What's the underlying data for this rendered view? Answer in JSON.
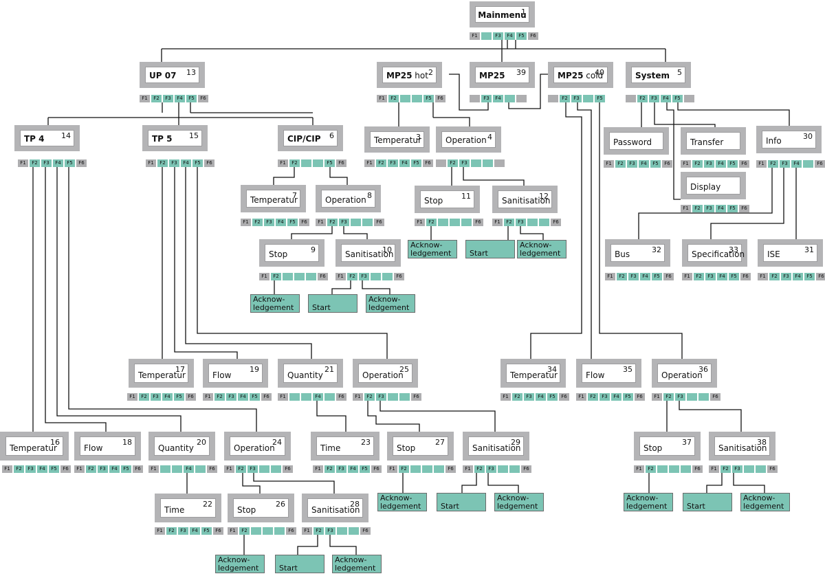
{
  "diagram": {
    "colors": {
      "active_key": "#7cc4b4",
      "inactive_key": "#aeaeb0",
      "box": "#b4b4b6",
      "leaf": "#7cc4b4"
    },
    "nodes": [
      {
        "id": "mainmenu",
        "num": "1",
        "label": "Mainmenu",
        "bold": true,
        "keys": [
          "F1",
          "",
          "F3",
          "F4",
          "F5",
          "F6"
        ],
        "active": [
          false,
          true,
          true,
          true,
          true,
          false
        ]
      },
      {
        "id": "up07",
        "num": "13",
        "label": "UP 07",
        "bold": true,
        "keys": [
          "F1",
          "F2",
          "F3",
          "F4",
          "F5",
          "F6"
        ],
        "active": [
          false,
          true,
          true,
          true,
          true,
          false
        ]
      },
      {
        "id": "mp25hot",
        "num": "2",
        "label_bold": "MP25",
        "label_rest": " hot",
        "keys": [
          "F1",
          "F2",
          "",
          "",
          "F5",
          "F6"
        ],
        "active": [
          false,
          true,
          true,
          true,
          true,
          false
        ]
      },
      {
        "id": "mp25",
        "num": "39",
        "label": "MP25",
        "bold": true,
        "keys": [
          "",
          "F3",
          "F4",
          "",
          ""
        ],
        "active": [
          false,
          true,
          true,
          true,
          false
        ]
      },
      {
        "id": "mp25cold",
        "num": "40",
        "label_bold": "MP25",
        "label_rest": " cold",
        "keys": [
          "",
          "F2",
          "F3",
          "",
          "F5"
        ],
        "active": [
          false,
          true,
          true,
          true,
          true
        ]
      },
      {
        "id": "system",
        "num": "5",
        "label": "System",
        "bold": true,
        "keys": [
          "",
          "F2",
          "F3",
          "F4",
          "F5",
          ""
        ],
        "active": [
          false,
          true,
          true,
          true,
          true,
          false
        ]
      },
      {
        "id": "tp4",
        "num": "14",
        "label": "TP 4",
        "bold": true,
        "keys": [
          "F1",
          "F2",
          "F3",
          "F4",
          "F5",
          "F6"
        ],
        "active": [
          false,
          true,
          true,
          true,
          true,
          false
        ]
      },
      {
        "id": "tp5",
        "num": "15",
        "label": "TP 5",
        "bold": true,
        "keys": [
          "F1",
          "F2",
          "F3",
          "F4",
          "F5",
          "F6"
        ],
        "active": [
          false,
          true,
          true,
          true,
          true,
          false
        ]
      },
      {
        "id": "cipcip",
        "num": "6",
        "label": "CIP/CIP",
        "bold": true,
        "keys": [
          "F1",
          "F2",
          "",
          "",
          "F5",
          "F6"
        ],
        "active": [
          false,
          true,
          true,
          true,
          true,
          false
        ]
      },
      {
        "id": "temp3",
        "num": "3",
        "label": "Temperatur",
        "keys": [
          "F1",
          "F2",
          "F3",
          "F4",
          "F5",
          "F6"
        ],
        "active": [
          false,
          true,
          true,
          true,
          true,
          false
        ]
      },
      {
        "id": "op4",
        "num": "4",
        "label": "Operation",
        "keys": [
          "",
          "F2",
          "F3",
          "",
          "",
          ""
        ],
        "active": [
          false,
          true,
          true,
          true,
          true,
          false
        ]
      },
      {
        "id": "password",
        "num": "",
        "label": "Password",
        "keys": [
          "F1",
          "F2",
          "F3",
          "F4",
          "F5",
          "F6"
        ],
        "active": [
          false,
          true,
          true,
          true,
          true,
          false
        ]
      },
      {
        "id": "transfer",
        "num": "",
        "label": "Transfer",
        "keys": [
          "F1",
          "F2",
          "F3",
          "F4",
          "F5",
          "F6"
        ],
        "active": [
          false,
          true,
          true,
          true,
          true,
          false
        ]
      },
      {
        "id": "info",
        "num": "30",
        "label": "Info",
        "keys": [
          "F1",
          "F2",
          "F3",
          "F4",
          "",
          "F6"
        ],
        "active": [
          false,
          true,
          true,
          true,
          true,
          false
        ]
      },
      {
        "id": "display",
        "num": "",
        "label": "Display",
        "keys": [
          "F1",
          "F2",
          "F3",
          "F4",
          "F5",
          "F6"
        ],
        "active": [
          false,
          true,
          true,
          true,
          true,
          false
        ]
      },
      {
        "id": "temp7",
        "num": "7",
        "label": "Temperatur",
        "keys": [
          "F1",
          "F2",
          "F3",
          "F4",
          "F5",
          "F6"
        ],
        "active": [
          false,
          true,
          true,
          true,
          true,
          false
        ]
      },
      {
        "id": "op8",
        "num": "8",
        "label": "Operation",
        "keys": [
          "F1",
          "F2",
          "F3",
          "",
          "",
          "F6"
        ],
        "active": [
          false,
          true,
          true,
          true,
          true,
          false
        ]
      },
      {
        "id": "stop11",
        "num": "11",
        "label": "Stop",
        "keys": [
          "F1",
          "F2",
          "",
          "",
          "",
          "F6"
        ],
        "active": [
          false,
          true,
          true,
          true,
          true,
          false
        ]
      },
      {
        "id": "san12",
        "num": "12",
        "label": "Sanitisation",
        "keys": [
          "F1",
          "F2",
          "F3",
          "",
          "",
          "F6"
        ],
        "active": [
          false,
          true,
          true,
          true,
          true,
          false
        ]
      },
      {
        "id": "stop9",
        "num": "9",
        "label": "Stop",
        "keys": [
          "F1",
          "F2",
          "",
          "",
          "",
          "F6"
        ],
        "active": [
          false,
          true,
          true,
          true,
          true,
          false
        ]
      },
      {
        "id": "san10",
        "num": "10",
        "label": "Sanitisation",
        "keys": [
          "F1",
          "F2",
          "F3",
          "",
          "",
          "F6"
        ],
        "active": [
          false,
          true,
          true,
          true,
          true,
          false
        ]
      },
      {
        "id": "bus",
        "num": "32",
        "label": "Bus",
        "keys": [
          "F1",
          "F2",
          "F3",
          "F4",
          "F5",
          "F6"
        ],
        "active": [
          false,
          true,
          true,
          true,
          true,
          false
        ]
      },
      {
        "id": "spec",
        "num": "33",
        "label": "Specification",
        "keys": [
          "F1",
          "F2",
          "F3",
          "F4",
          "F5",
          "F6"
        ],
        "active": [
          false,
          true,
          true,
          true,
          true,
          false
        ]
      },
      {
        "id": "ise",
        "num": "31",
        "label": "ISE",
        "keys": [
          "F1",
          "F2",
          "F3",
          "F4",
          "F5",
          "F6"
        ],
        "active": [
          false,
          true,
          true,
          true,
          true,
          false
        ]
      },
      {
        "id": "temp17",
        "num": "17",
        "label": "Temperatur",
        "keys": [
          "F1",
          "F2",
          "F3",
          "F4",
          "F5",
          "F6"
        ],
        "active": [
          false,
          true,
          true,
          true,
          true,
          false
        ]
      },
      {
        "id": "flow19",
        "num": "19",
        "label": "Flow",
        "keys": [
          "F1",
          "F2",
          "F3",
          "F4",
          "F5",
          "F6"
        ],
        "active": [
          false,
          true,
          true,
          true,
          true,
          false
        ]
      },
      {
        "id": "qty21",
        "num": "21",
        "label": "Quantity",
        "keys": [
          "F1",
          "",
          "",
          "F4",
          "",
          "F6"
        ],
        "active": [
          false,
          true,
          true,
          true,
          true,
          false
        ]
      },
      {
        "id": "op25",
        "num": "25",
        "label": "Operation",
        "keys": [
          "F1",
          "F2",
          "F3",
          "",
          "",
          "F6"
        ],
        "active": [
          false,
          true,
          true,
          true,
          true,
          false
        ]
      },
      {
        "id": "temp34",
        "num": "34",
        "label": "Temperatur",
        "keys": [
          "F1",
          "F2",
          "F3",
          "F4",
          "F5",
          "F6"
        ],
        "active": [
          false,
          true,
          true,
          true,
          true,
          false
        ]
      },
      {
        "id": "flow35",
        "num": "35",
        "label": "Flow",
        "keys": [
          "F1",
          "F2",
          "F3",
          "F4",
          "F5",
          "F6"
        ],
        "active": [
          false,
          true,
          true,
          true,
          true,
          false
        ]
      },
      {
        "id": "op36",
        "num": "36",
        "label": "Operation",
        "keys": [
          "F1",
          "F2",
          "F3",
          "",
          "",
          "F6"
        ],
        "active": [
          false,
          true,
          true,
          true,
          true,
          false
        ]
      },
      {
        "id": "temp16",
        "num": "16",
        "label": "Temperatur",
        "keys": [
          "F1",
          "F2",
          "F3",
          "F4",
          "F5",
          "F6"
        ],
        "active": [
          false,
          true,
          true,
          true,
          true,
          false
        ]
      },
      {
        "id": "flow18",
        "num": "18",
        "label": "Flow",
        "keys": [
          "F1",
          "F2",
          "F3",
          "F4",
          "F5",
          "F6"
        ],
        "active": [
          false,
          true,
          true,
          true,
          true,
          false
        ]
      },
      {
        "id": "qty20",
        "num": "20",
        "label": "Quantity",
        "keys": [
          "F1",
          "",
          "",
          "F4",
          "",
          "F6"
        ],
        "active": [
          false,
          true,
          true,
          true,
          true,
          false
        ]
      },
      {
        "id": "op24",
        "num": "24",
        "label": "Operation",
        "keys": [
          "F1",
          "F2",
          "F3",
          "",
          "",
          "F6"
        ],
        "active": [
          false,
          true,
          true,
          true,
          true,
          false
        ]
      },
      {
        "id": "time23",
        "num": "23",
        "label": "Time",
        "keys": [
          "F1",
          "F2",
          "F3",
          "F4",
          "F5",
          "F6"
        ],
        "active": [
          false,
          true,
          true,
          true,
          true,
          false
        ]
      },
      {
        "id": "stop27",
        "num": "27",
        "label": "Stop",
        "keys": [
          "F1",
          "F2",
          "",
          "",
          "",
          "F6"
        ],
        "active": [
          false,
          true,
          true,
          true,
          true,
          false
        ]
      },
      {
        "id": "san29",
        "num": "29",
        "label": "Sanitisation",
        "keys": [
          "F1",
          "F2",
          "F3",
          "",
          "",
          "F6"
        ],
        "active": [
          false,
          true,
          true,
          true,
          true,
          false
        ]
      },
      {
        "id": "stop37",
        "num": "37",
        "label": "Stop",
        "keys": [
          "F1",
          "F2",
          "",
          "",
          "",
          "F6"
        ],
        "active": [
          false,
          true,
          true,
          true,
          true,
          false
        ]
      },
      {
        "id": "san38",
        "num": "38",
        "label": "Sanitisation",
        "keys": [
          "F1",
          "F2",
          "F3",
          "",
          "",
          "F6"
        ],
        "active": [
          false,
          true,
          true,
          true,
          true,
          false
        ]
      },
      {
        "id": "time22",
        "num": "22",
        "label": "Time",
        "keys": [
          "F1",
          "F2",
          "F3",
          "F4",
          "F5",
          "F6"
        ],
        "active": [
          false,
          true,
          true,
          true,
          true,
          false
        ]
      },
      {
        "id": "stop26",
        "num": "26",
        "label": "Stop",
        "keys": [
          "F1",
          "F2",
          "",
          "",
          "",
          "F6"
        ],
        "active": [
          false,
          true,
          true,
          true,
          true,
          false
        ]
      },
      {
        "id": "san28",
        "num": "28",
        "label": "Sanitisation",
        "keys": [
          "F1",
          "F2",
          "F3",
          "",
          "",
          "F6"
        ],
        "active": [
          false,
          true,
          true,
          true,
          true,
          false
        ]
      }
    ],
    "leaves": [
      {
        "id": "ack11",
        "label": "Acknow-\nledgement"
      },
      {
        "id": "start12",
        "label": "Start"
      },
      {
        "id": "ack12",
        "label": "Acknow-\nledgement"
      },
      {
        "id": "ack9",
        "label": "Acknow-\nledgement"
      },
      {
        "id": "start10",
        "label": "Start"
      },
      {
        "id": "ack10",
        "label": "Acknow-\nledgement"
      },
      {
        "id": "ack27",
        "label": "Acknow-\nledgement"
      },
      {
        "id": "start29",
        "label": "Start"
      },
      {
        "id": "ack29",
        "label": "Acknow-\nledgement"
      },
      {
        "id": "ack37",
        "label": "Acknow-\nledgement"
      },
      {
        "id": "start38",
        "label": "Start"
      },
      {
        "id": "ack38",
        "label": "Acknow-\nledgement"
      },
      {
        "id": "ack26",
        "label": "Acknow-\nledgement"
      },
      {
        "id": "start28",
        "label": "Start"
      },
      {
        "id": "ack28",
        "label": "Acknow-\nledgement"
      }
    ]
  }
}
